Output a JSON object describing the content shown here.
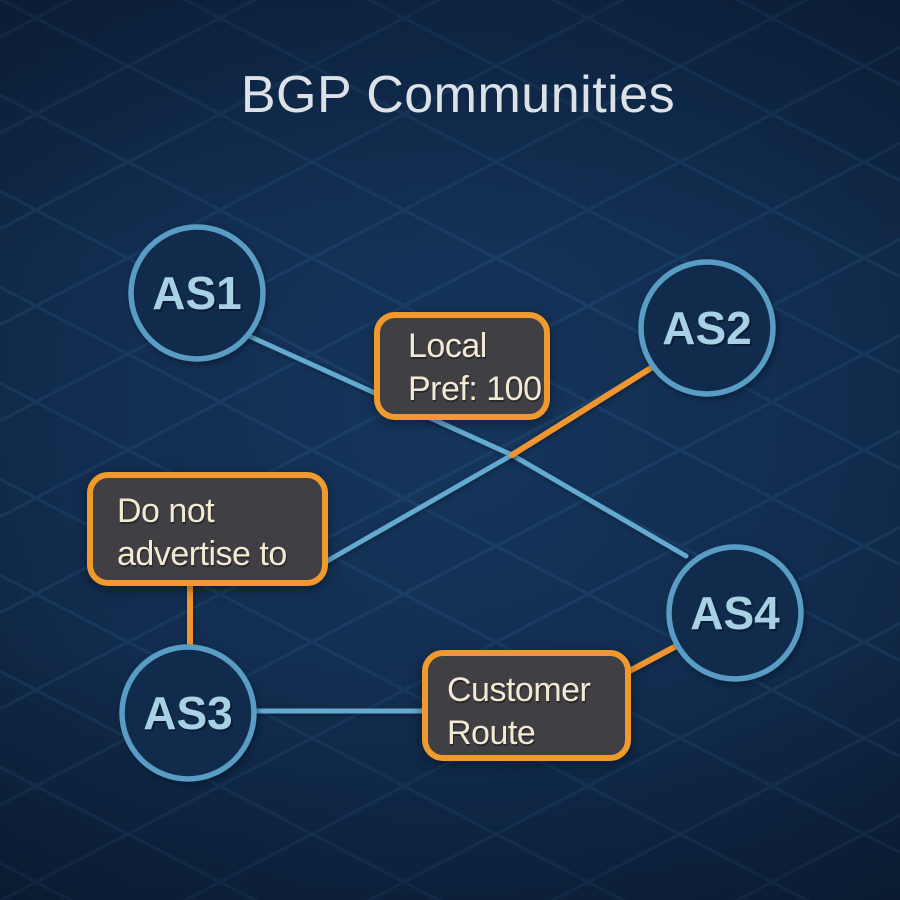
{
  "title": "BGP Communities",
  "nodes": [
    {
      "id": "as1",
      "label": "AS1"
    },
    {
      "id": "as2",
      "label": "AS2"
    },
    {
      "id": "as3",
      "label": "AS3"
    },
    {
      "id": "as4",
      "label": "AS4"
    }
  ],
  "annotations": [
    {
      "id": "local-pref",
      "lines": [
        "Local",
        "Pref: 100"
      ]
    },
    {
      "id": "do-not-advertise",
      "lines": [
        "Do not",
        "advertise to"
      ]
    },
    {
      "id": "customer-route",
      "lines": [
        "Customer",
        "Route"
      ]
    }
  ],
  "edges": [
    {
      "from": "AS1",
      "to": "AS4",
      "passes_behind": "Local Pref: 100",
      "color": "blue"
    },
    {
      "from": "Do not advertise to",
      "to": "AS2",
      "color": "blue-then-orange"
    },
    {
      "from": "Do not advertise to",
      "to": "AS3",
      "color": "orange"
    },
    {
      "from": "AS3",
      "to": "Customer Route",
      "color": "blue"
    },
    {
      "from": "Customer Route",
      "to": "AS4",
      "color": "orange"
    }
  ],
  "colors": {
    "background": "#112C4E",
    "background_edge": "#0D2036",
    "grid_line": "#3E7FB5",
    "node_stroke": "#599DC5",
    "node_fill": "#102B4C",
    "node_label": "#A9D1E6",
    "edge_blue": "#64AACE",
    "edge_orange": "#F0952F",
    "box_fill": "#403F44",
    "box_border": "#F0992F",
    "box_text": "#F3EAD3",
    "title": "#DCE2E8"
  }
}
